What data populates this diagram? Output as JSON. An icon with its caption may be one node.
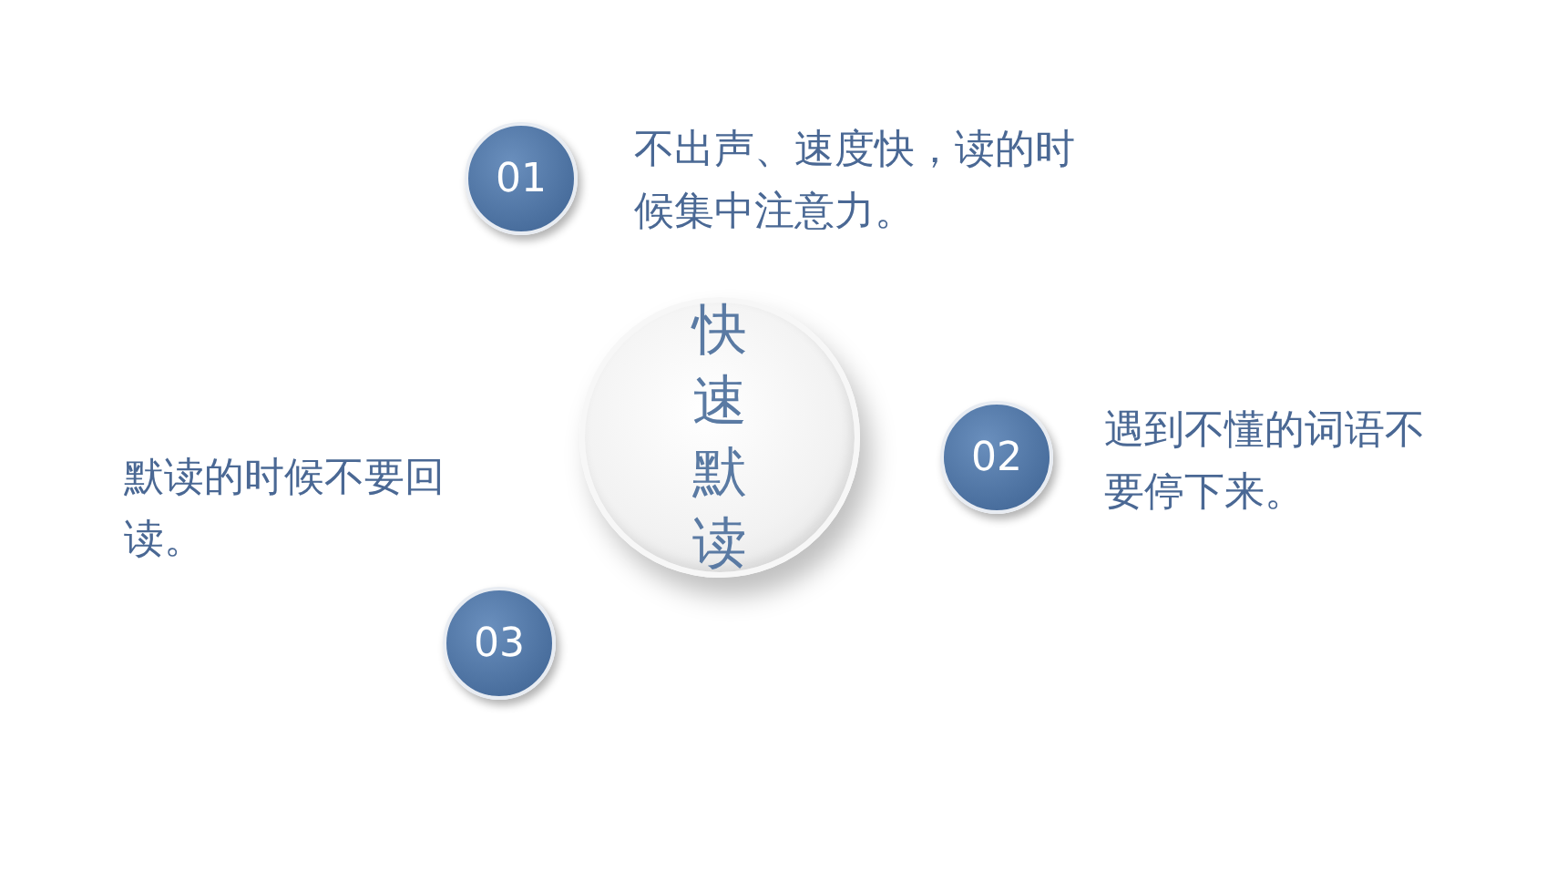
{
  "diagram": {
    "nodes": [
      {
        "text": [
          "快速默读"
        ]
      },
      {
        "text": [
          "01"
        ],
        "beside": [
          "不出声、速度快，读的时候集中注意力。"
        ]
      },
      {
        "text": [
          "02"
        ],
        "beside": [
          "遇到不懂的词语不要停下来。"
        ]
      },
      {
        "text": [
          "03"
        ],
        "beside": [
          "默读的时候不要回读。"
        ]
      }
    ]
  }
}
